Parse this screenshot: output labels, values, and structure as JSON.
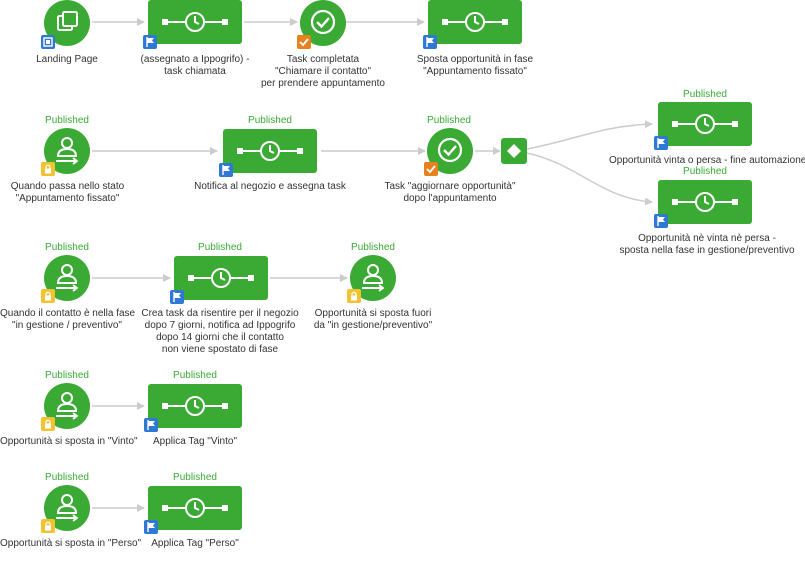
{
  "status": {
    "published": "Published"
  },
  "row1": {
    "landing_page": "Landing Page",
    "task_assegnato": [
      "(assegnato a Ippogrifo) -",
      "task chiamata"
    ],
    "task_completata": [
      "Task completata",
      "\"Chiamare il contatto\"",
      "per prendere appuntamento"
    ],
    "sposta_opportunita": [
      "Sposta opportunità in fase",
      "\"Appuntamento fissato\""
    ]
  },
  "row2": {
    "trigger_label": [
      "Quando passa nello stato",
      "\"Appuntamento fissato\""
    ],
    "notifica_label": "Notifica al negozio e assegna task",
    "task_aggiornare": [
      "Task \"aggiornare opportunità\"",
      "dopo l'appuntamento"
    ],
    "vinta_persa": "Opportunità vinta o persa - fine automazione",
    "ne_vinta_ne_persa": [
      "Opportunità nè vinta nè persa -",
      "sposta nella fase in gestione/preventivo"
    ]
  },
  "row3": {
    "trigger_label": [
      "Quando il contatto è nella fase",
      "\"in gestione / preventivo\""
    ],
    "crea_task": [
      "Crea task da risentire per il negozio",
      "dopo 7 giorni, notifica ad Ippogrifo",
      "dopo 14 giorni che il contatto",
      "non viene spostato di fase"
    ],
    "sposta_fuori": [
      "Opportunità si sposta fuori",
      "da \"in gestione/preventivo\""
    ]
  },
  "row4": {
    "trigger_label": "Opportunità si sposta in \"Vinto\"",
    "applica_tag": "Applica Tag \"Vinto\""
  },
  "row5": {
    "trigger_label": "Opportunità si sposta in \"Perso\"",
    "applica_tag": "Applica Tag \"Perso\""
  },
  "colors": {
    "node_green": "#3aaa35",
    "published_green": "#3aaa35",
    "badge_blue": "#2f78d3",
    "badge_orange": "#e5821f",
    "badge_yellow": "#f2c230",
    "connector": "#cccccc"
  }
}
